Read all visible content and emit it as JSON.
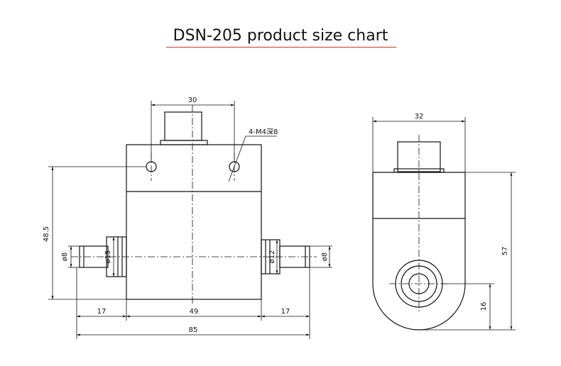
{
  "title": "DSN-205 product size chart",
  "front_view": {
    "dims": {
      "top_spacing": "30",
      "thread": "4-M4深8",
      "height": "48.5",
      "left_shaft_dia": "ø8",
      "left_flange_dia": "ø15",
      "right_flange_dia": "ø12",
      "right_shaft_dia": "ø8",
      "left_len": "17",
      "body_len": "49",
      "right_len": "17",
      "total_len": "85"
    }
  },
  "side_view": {
    "dims": {
      "width": "32",
      "height": "57",
      "center_height": "16"
    }
  },
  "colors": {
    "line": "#111111",
    "accent": "#c0392b"
  }
}
